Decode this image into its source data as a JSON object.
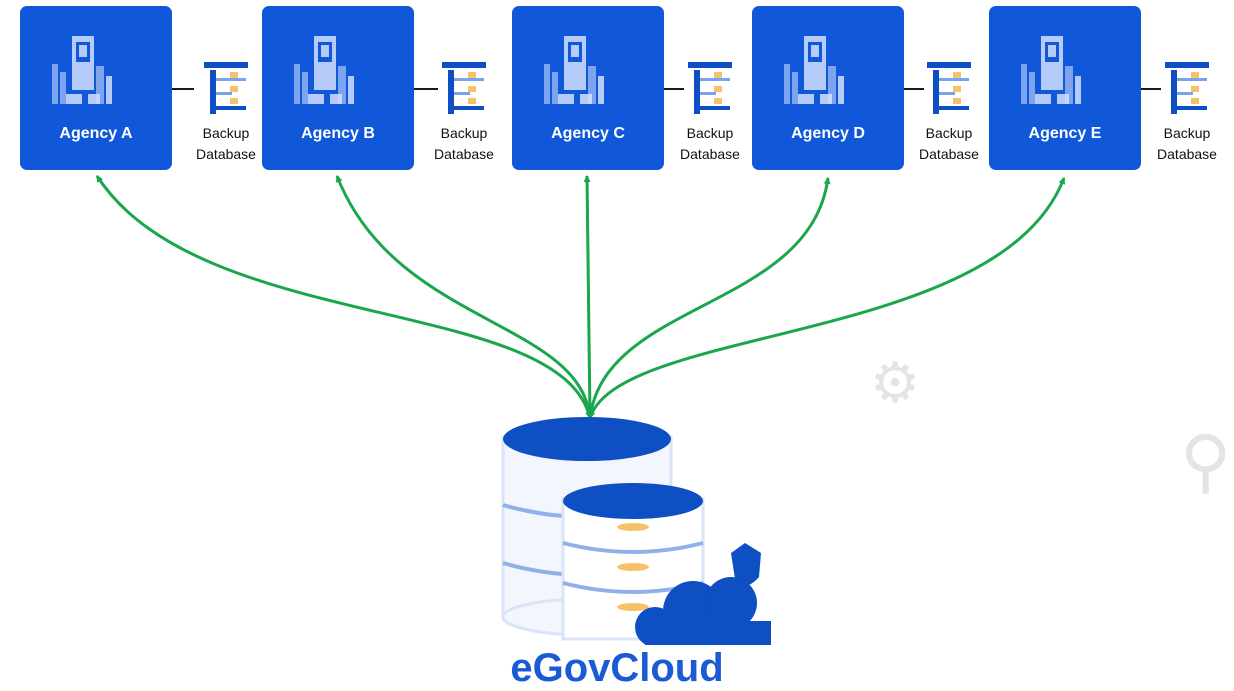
{
  "colors": {
    "agency_fill": "#1058d9",
    "arrow": "#1aa64d",
    "db_top": "#0e4fc4",
    "db_gold": "#f5c26b",
    "title": "#1a5bd4"
  },
  "agencies": [
    {
      "label": "Agency A",
      "icon": "building-icon"
    },
    {
      "label": "Agency B",
      "icon": "building-icon"
    },
    {
      "label": "Agency C",
      "icon": "building-icon"
    },
    {
      "label": "Agency D",
      "icon": "building-icon"
    },
    {
      "label": "Agency E",
      "icon": "building-icon"
    }
  ],
  "backups": [
    {
      "line1": "Backup",
      "line2": "Database",
      "icon": "database-server-icon"
    },
    {
      "line1": "Backup",
      "line2": "Database",
      "icon": "database-server-icon"
    },
    {
      "line1": "Backup",
      "line2": "Database",
      "icon": "database-server-icon"
    },
    {
      "line1": "Backup",
      "line2": "Database",
      "icon": "database-server-icon"
    },
    {
      "line1": "Backup",
      "line2": "Database",
      "icon": "database-server-icon"
    }
  ],
  "cloud": {
    "title": "eGovCloud",
    "icon": "cloud-database-icon"
  }
}
